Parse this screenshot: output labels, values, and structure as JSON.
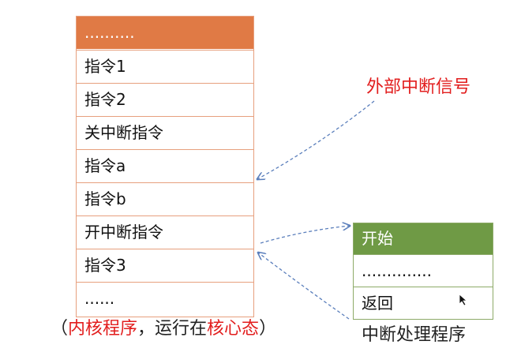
{
  "main_program": {
    "header": "..........",
    "rows": [
      "指令1",
      "指令2",
      "关中断指令",
      "指令a",
      "指令b",
      "开中断指令",
      "指令3",
      "......"
    ],
    "caption_prefix": "（",
    "caption_red_1": "内核程序",
    "caption_middle": "，运行在",
    "caption_red_2": "核心态",
    "caption_suffix": "）"
  },
  "signal_label": "外部中断信号",
  "interrupt_handler": {
    "header": "开始",
    "rows": [
      "..............",
      "返回"
    ],
    "caption": "中断处理程序"
  },
  "colors": {
    "main_header": "#e07a45",
    "main_border": "#e7a07e",
    "handler_header": "#6f9a45",
    "handler_border": "#8daa68",
    "highlight_text": "#e21d1d",
    "arrow": "#5b7fbc"
  }
}
